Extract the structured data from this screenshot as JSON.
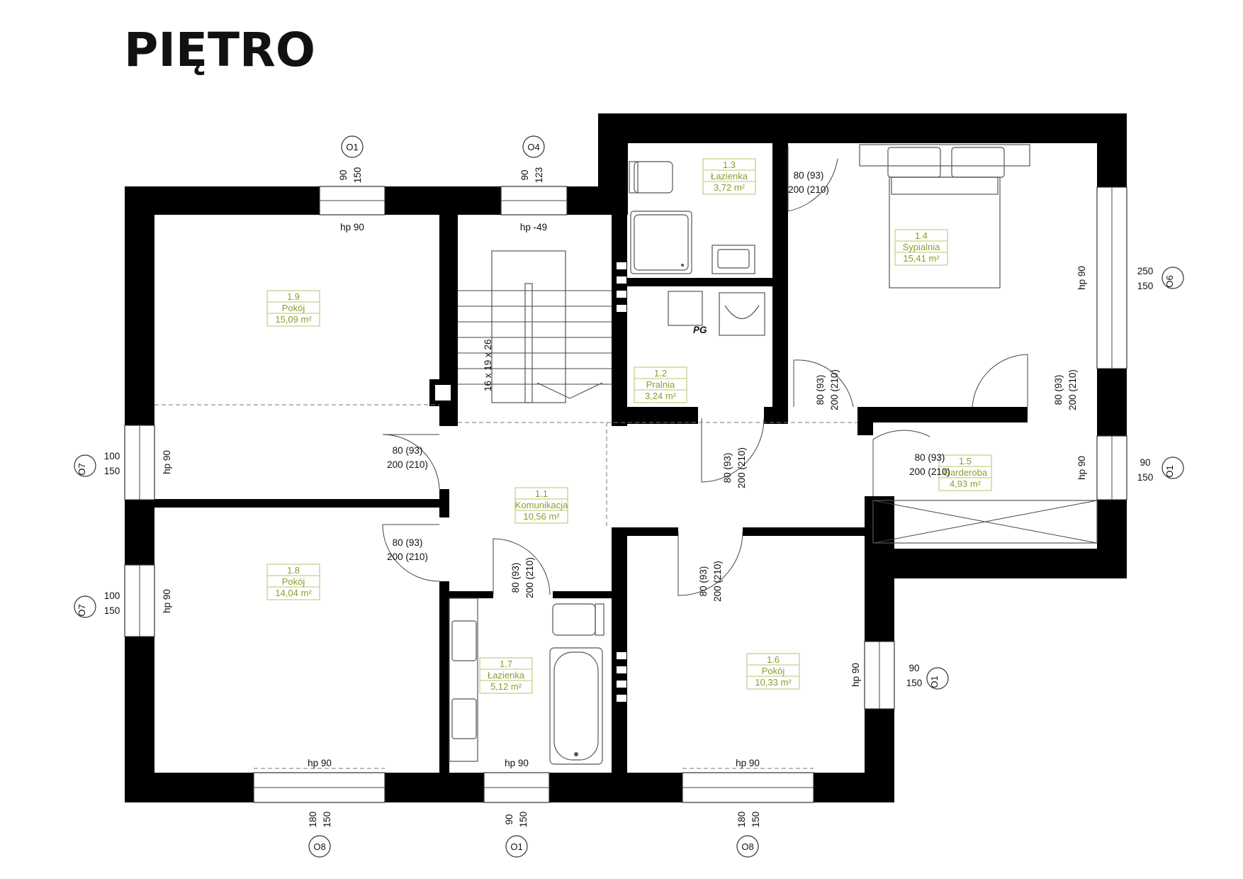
{
  "floor_title": "PIĘTRO",
  "rooms": [
    {
      "id": "r11",
      "num": "1.1",
      "name": "Komunikacja",
      "area": "10,56 m²"
    },
    {
      "id": "r12",
      "num": "1.2",
      "name": "Pralnia",
      "area": "3,24 m²"
    },
    {
      "id": "r13",
      "num": "1.3",
      "name": "Łazienka",
      "area": "3,72 m²"
    },
    {
      "id": "r14",
      "num": "1.4",
      "name": "Sypialnia",
      "area": "15,41 m²"
    },
    {
      "id": "r15",
      "num": "1.5",
      "name": "Garderoba",
      "area": "4,93 m²"
    },
    {
      "id": "r16",
      "num": "1.6",
      "name": "Pokój",
      "area": "10,33 m²"
    },
    {
      "id": "r17",
      "num": "1.7",
      "name": "Łazienka",
      "area": "5,12 m²"
    },
    {
      "id": "r18",
      "num": "1.8",
      "name": "Pokój",
      "area": "14,04 m²"
    },
    {
      "id": "r19",
      "num": "1.9",
      "name": "Pokój",
      "area": "15,09 m²"
    }
  ],
  "window_tags": [
    "O1",
    "O4",
    "O6",
    "O7",
    "O8"
  ],
  "sill_labels": [
    "hp 90",
    "hp -49"
  ],
  "door_labels": [
    "80 (93)",
    "200 (210)"
  ],
  "window_sizes": [
    "90",
    "150",
    "123",
    "250",
    "100",
    "180"
  ],
  "stair_label": "16 x 19 x 26",
  "pg_label": "PG",
  "colors": {
    "walls": "#000000",
    "room_tag": "#8f9b2e",
    "room_tag_border": "#c9cf8a"
  }
}
